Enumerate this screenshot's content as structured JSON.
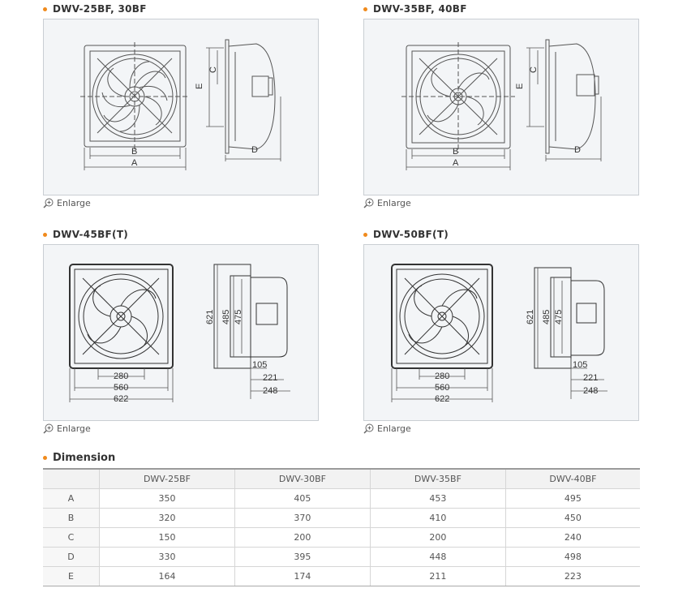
{
  "panels": [
    {
      "title": "DWV-25BF, 30BF",
      "type": "lettered",
      "labels": {
        "a": "A",
        "b": "B",
        "c": "C",
        "d": "D",
        "e": "E"
      },
      "enlarge": "Enlarge"
    },
    {
      "title": "DWV-35BF, 40BF",
      "type": "lettered",
      "labels": {
        "a": "A",
        "b": "B",
        "c": "C",
        "d": "D",
        "e": "E"
      },
      "enlarge": "Enlarge"
    },
    {
      "title": "DWV-45BF(T)",
      "type": "numbered",
      "labels": {
        "a": "622",
        "b": "560",
        "c": "280",
        "h1": "621",
        "h2": "485",
        "h3": "475",
        "d1": "105",
        "d2": "221",
        "d3": "248"
      },
      "enlarge": "Enlarge"
    },
    {
      "title": "DWV-50BF(T)",
      "type": "numbered",
      "labels": {
        "a": "622",
        "b": "560",
        "c": "280",
        "h1": "621",
        "h2": "485",
        "h3": "475",
        "d1": "105",
        "d2": "221",
        "d3": "248"
      },
      "enlarge": "Enlarge"
    }
  ],
  "dimension": {
    "title": "Dimension",
    "headers": [
      "",
      "DWV-25BF",
      "DWV-30BF",
      "DWV-35BF",
      "DWV-40BF"
    ],
    "rows": [
      [
        "A",
        "350",
        "405",
        "453",
        "495"
      ],
      [
        "B",
        "320",
        "370",
        "410",
        "450"
      ],
      [
        "C",
        "150",
        "200",
        "200",
        "240"
      ],
      [
        "D",
        "330",
        "395",
        "448",
        "498"
      ],
      [
        "E",
        "164",
        "174",
        "211",
        "223"
      ]
    ]
  },
  "colors": {
    "accent": "#f08a1c",
    "frame_bg": "#f3f5f7",
    "line": "#555555"
  }
}
